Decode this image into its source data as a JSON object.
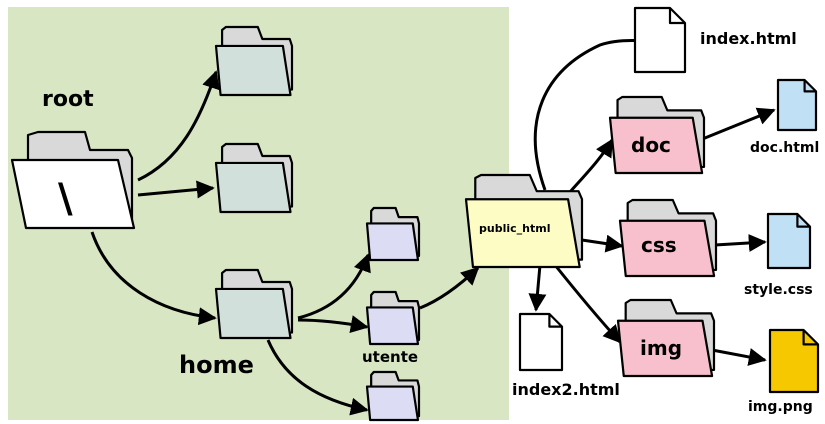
{
  "colors": {
    "background_panel": "#d8e6c4",
    "folder_tab": "#d9d9d9",
    "folder_gray_front": "#d2e0dc",
    "folder_purple_front": "#dcdcf4",
    "folder_pink_front": "#f8c0cd",
    "folder_yellow_front": "#fdfcc4",
    "folder_white_front": "#ffffff",
    "file_white": "#ffffff",
    "file_blue": "#bfe0f5",
    "file_yellow": "#f5c800"
  },
  "labels": {
    "root": "root",
    "root_symbol": "\\",
    "home": "home",
    "utente": "utente",
    "public_html": "public_html",
    "doc": "doc",
    "css": "css",
    "img": "img",
    "index_html": "index.html",
    "index2_html": "index2.html",
    "doc_html": "doc.html",
    "style_css": "style.css",
    "img_png": "img.png"
  },
  "icons": {
    "folder": "folder-icon",
    "file": "file-icon",
    "arrow": "arrow-icon"
  }
}
